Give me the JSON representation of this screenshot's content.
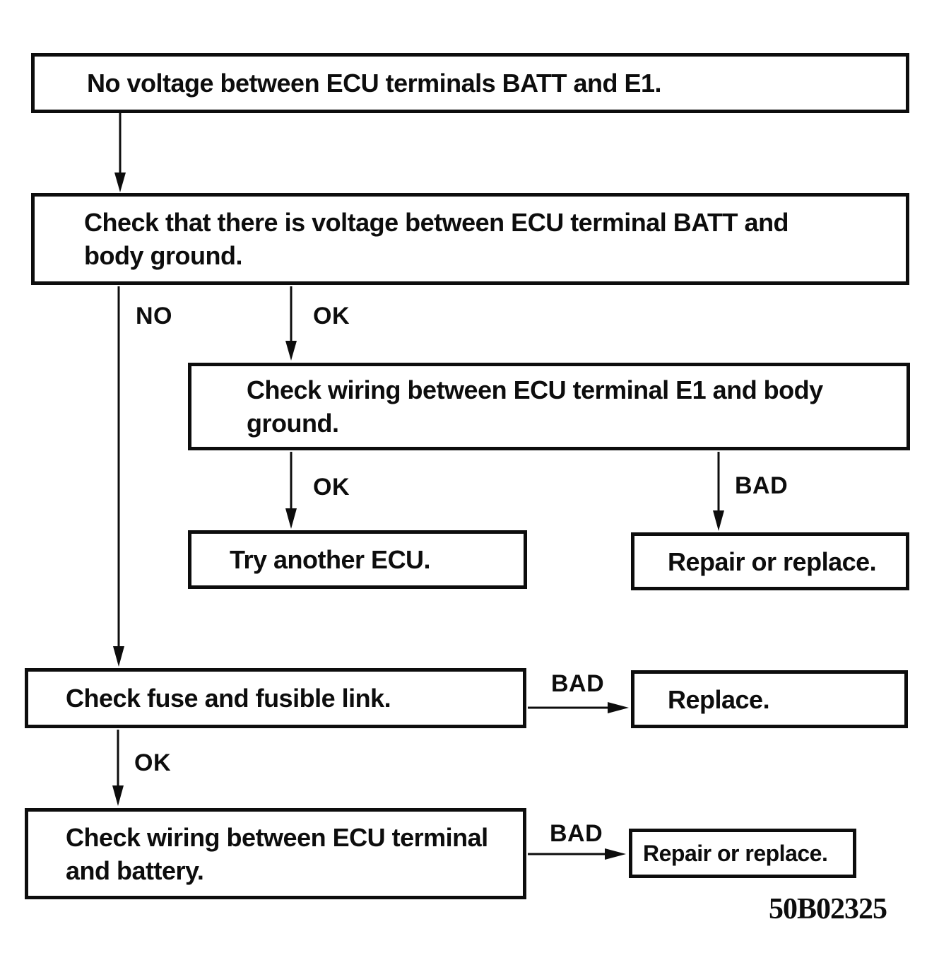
{
  "diagram": {
    "title_implicit": "ECU power troubleshooting flowchart",
    "nodes": {
      "start": "No voltage between ECU terminals BATT and E1.",
      "check_batt_body_ground": "Check that there is voltage between ECU terminal BATT and body ground.",
      "check_wiring_e1": "Check wiring between ECU terminal E1 and body ground.",
      "try_another_ecu": "Try another ECU.",
      "repair_or_replace_top": "Repair or replace.",
      "check_fuse": "Check fuse and fusible link.",
      "replace": "Replace.",
      "check_wiring_battery": "Check wiring between ECU terminal and battery.",
      "repair_or_replace_bottom": "Repair or replace."
    },
    "labels": {
      "no_1": "NO",
      "ok_1": "OK",
      "ok_2": "OK",
      "bad_1": "BAD",
      "bad_2": "BAD",
      "ok_3": "OK",
      "bad_3": "BAD"
    },
    "figure_code": "50B02325",
    "colors": {
      "ink": "#0d0d0d",
      "background": "#ffffff"
    }
  }
}
